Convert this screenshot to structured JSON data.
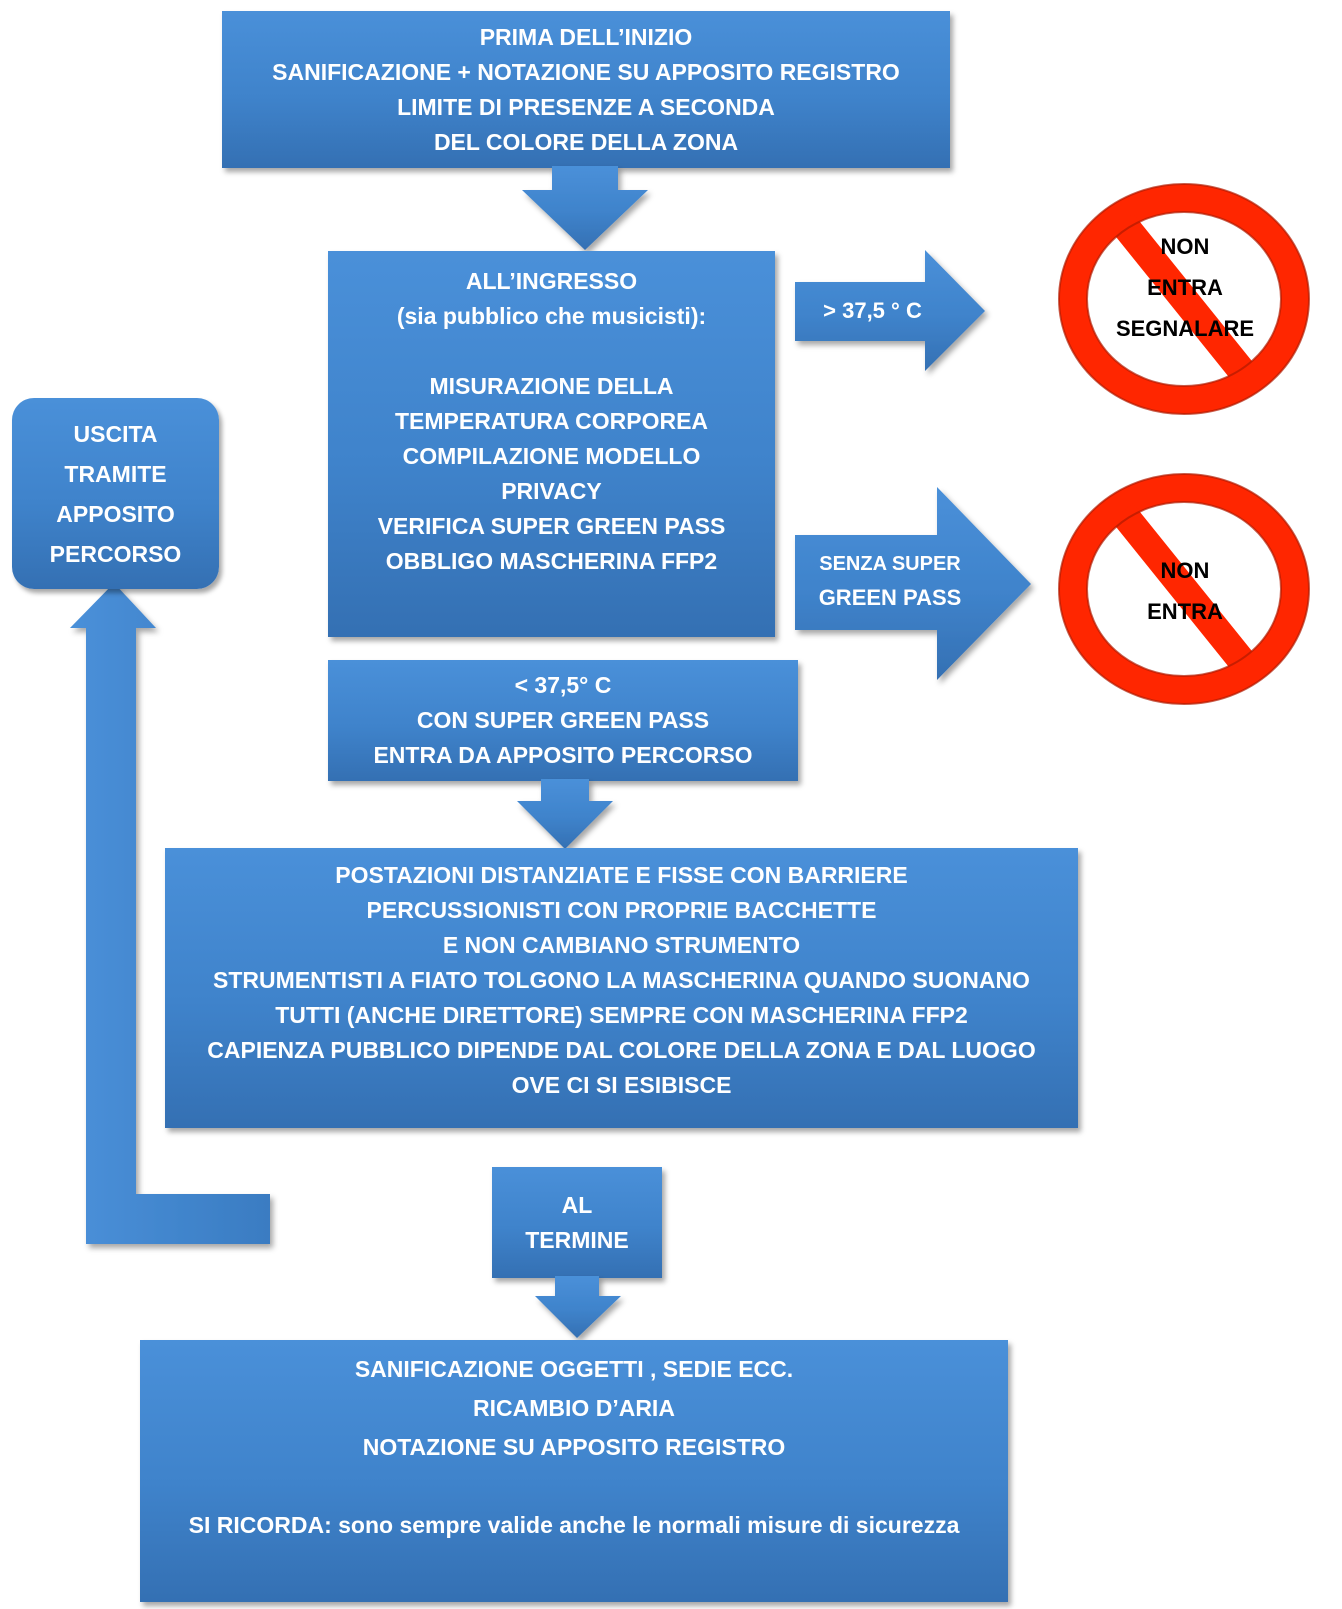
{
  "start_box": {
    "lines": [
      "PRIMA DELL’INIZIO",
      "SANIFICAZIONE + NOTAZIONE SU APPOSITO REGISTRO",
      "LIMITE DI PRESENZE A SECONDA",
      "DEL COLORE DELLA ZONA"
    ]
  },
  "entry_box": {
    "lines": [
      "ALL’INGRESSO",
      "(sia pubblico che musicisti):",
      "",
      "MISURAZIONE DELLA",
      "TEMPERATURA CORPOREA",
      "COMPILAZIONE MODELLO",
      "PRIVACY",
      "VERIFICA SUPER GREEN PASS",
      "OBBLIGO MASCHERINA FFP2"
    ]
  },
  "fever_arrow": {
    "label": "> 37,5 ° C"
  },
  "no_pass_arrow": {
    "lines": [
      "SENZA SUPER",
      "GREEN PASS"
    ]
  },
  "fever_sign": {
    "lines": [
      "NON",
      "ENTRA",
      "SEGNALARE"
    ]
  },
  "no_pass_sign": {
    "lines": [
      "NON",
      "ENTRA"
    ]
  },
  "admit_box": {
    "lines": [
      "< 37,5° C",
      "CON SUPER GREEN PASS",
      "ENTRA DA APPOSITO PERCORSO"
    ]
  },
  "rules_box": {
    "lines": [
      "POSTAZIONI DISTANZIATE E FISSE CON BARRIERE",
      "PERCUSSIONISTI CON PROPRIE BACCHETTE",
      "E NON CAMBIANO STRUMENTO",
      "STRUMENTISTI A FIATO TOLGONO LA MASCHERINA QUANDO SUONANO",
      "TUTTI (ANCHE DIRETTORE) SEMPRE CON MASCHERINA FFP2",
      "CAPIENZA PUBBLICO DIPENDE DAL COLORE DELLA ZONA E DAL LUOGO",
      "OVE CI SI ESIBISCE"
    ]
  },
  "end_box": {
    "lines": [
      "AL",
      "TERMINE"
    ]
  },
  "exit_box": {
    "lines": [
      "USCITA",
      "TRAMITE",
      "APPOSITO",
      "PERCORSO"
    ]
  },
  "final_box": {
    "lines": [
      "SANIFICAZIONE OGGETTI , SEDIE ECC.",
      "RICAMBIO D’ARIA",
      "NOTAZIONE SU APPOSITO REGISTRO",
      "",
      "SI RICORDA: sono sempre valide anche le normali misure di sicurezza"
    ]
  },
  "colors": {
    "box_blue": "#3f83cb",
    "sign_red": "#ff2600",
    "text_white": "#ffffff"
  }
}
